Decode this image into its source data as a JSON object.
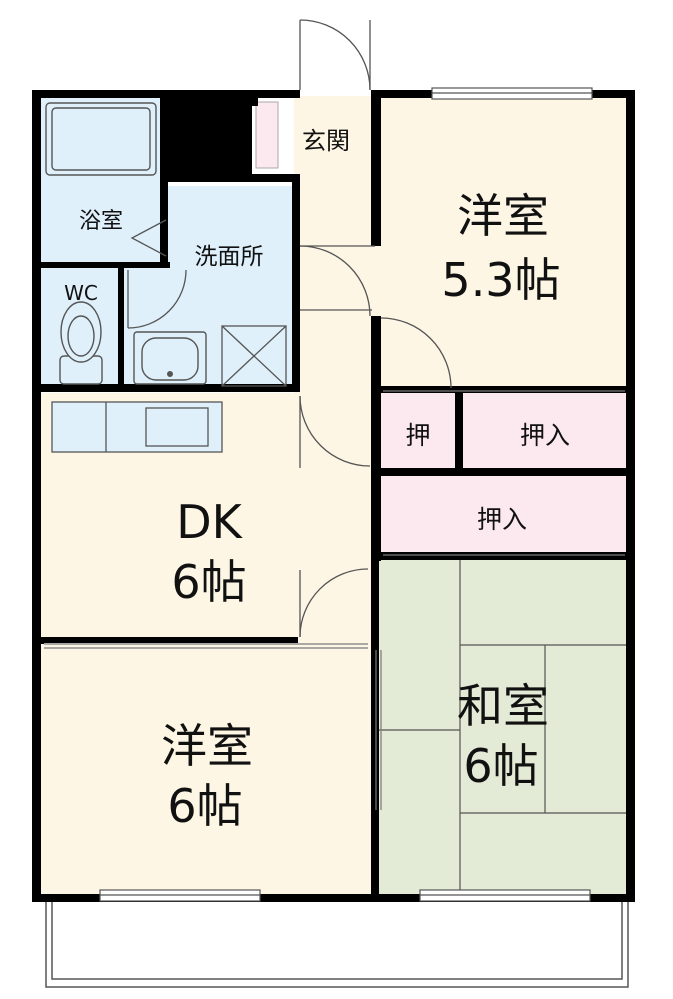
{
  "colors": {
    "wall": "#000000",
    "western": "#fdf6e5",
    "washroom": "#dff0fb",
    "storage": "#fce8ef",
    "tatami": "#e3ead5",
    "line": "#7a7a7a"
  },
  "rooms": {
    "entrance": "玄関",
    "bath": "浴室",
    "washroom": "洗面所",
    "wc": "WC",
    "western1_name": "洋室",
    "western1_size": "5.3帖",
    "dk_name": "DK",
    "dk_size": "6帖",
    "western2_name": "洋室",
    "western2_size": "6帖",
    "japanese_name": "和室",
    "japanese_size": "6帖",
    "closet_small": "押",
    "closet_upper": "押入",
    "closet_lower": "押入"
  },
  "icons": [
    "bathtub-icon",
    "toilet-icon",
    "washbasin-icon",
    "washing-machine-pan-icon",
    "kitchen-counter-icon",
    "door-swing-icon",
    "window-icon"
  ]
}
